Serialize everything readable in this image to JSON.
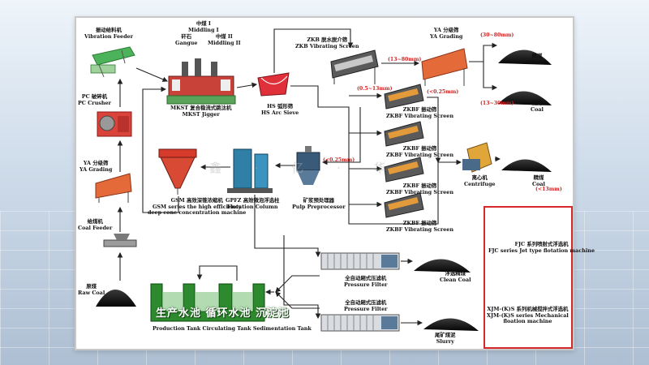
{
  "nodes": {
    "vibration_feeder": {
      "cn": "振动给料机",
      "en": "Vibration Feeder"
    },
    "pc_crusher": {
      "cn": "PC 破碎机",
      "en": "PC Crusher"
    },
    "ya_grading_left": {
      "cn": "YA 分级筛",
      "en": "YA Grading"
    },
    "coal_feeder": {
      "cn": "给煤机",
      "en": "Coal Feeder"
    },
    "raw_coal": {
      "cn": "原煤",
      "en": "Raw Coal"
    },
    "gangue": {
      "cn": "矸石",
      "en": "Gangue"
    },
    "middling1": {
      "cn": "中煤 I",
      "en": "Middling I"
    },
    "middling2": {
      "cn": "中煤 II",
      "en": "Middling II"
    },
    "jigger": {
      "cn": "MKST 复合稳流式跳汰机",
      "en": "MKST Jigger"
    },
    "hs_arc_sieve": {
      "cn": "HS 弧形筛",
      "en": "HS Arc Sieve"
    },
    "zkb_screen": {
      "cn": "ZKB 脱水脱介筛",
      "en": "ZKB Vibrating Screen"
    },
    "ya_grading_right": {
      "cn": "YA 分级筛",
      "en": "YA Grading"
    },
    "coal_top": {
      "cn": "精煤",
      "en": "Coal"
    },
    "coal_mid": {
      "cn": "精煤",
      "en": "Coal"
    },
    "zkbf": {
      "cn": "ZKBF 振动筛",
      "en": "ZKBF Vibrating Screen"
    },
    "centrifuge": {
      "cn": "离心机",
      "en": "Centrifuge"
    },
    "coal_fine": {
      "cn": "精煤",
      "en": "Coal"
    },
    "gsm": {
      "cn": "GSM 高效深锥浓缩机",
      "en1": "GSM series the high efficiency",
      "en2": "deep cone concentration machine"
    },
    "gpfz": {
      "cn": "GPFZ 高效微泡浮选柱",
      "en": "Flotation Column"
    },
    "pulp_pre": {
      "cn": "矿浆预处理器",
      "en": "Pulp Preprocessor"
    },
    "filter1": {
      "cn": "全自动厢式压滤机",
      "en": "Pressure Filter"
    },
    "filter2": {
      "cn": "全自动厢式压滤机",
      "en": "Pressure Filter"
    },
    "clean_coal": {
      "cn": "浮选精煤",
      "en": "Clean Coal"
    },
    "slurry": {
      "cn": "尾矿煤泥",
      "en": "Slurry"
    },
    "tanks": {
      "banner": "生产水池 循环水池 沉淀池",
      "en": "Production Tank   Circulating Tank   Sedimentation Tank"
    }
  },
  "sizes": {
    "s13_80": "(13~80mm)",
    "s30_80": "(30~80mm)",
    "s13_30": "(13~30mm)",
    "s05_13": "(0.5~13mm)",
    "s025_a": "(<0.25mm)",
    "s025_b": "(<0.25mm)",
    "s13fine": "(<13mm)"
  },
  "inset": {
    "fjc_cn": "FJC 系列喷射式浮选机",
    "fjc_en": "FJC series Jet type flotation machine",
    "xjm_cn": "XJM-(K)S 系列机械搅拌式浮选机",
    "xjm_en1": "XJM-(K)S series Mechanical",
    "xjm_en2": "floation machine"
  },
  "colors": {
    "equipment_red": "#d63a2a",
    "equipment_green": "#3aa04a",
    "column_blue": "#2f7fa6",
    "tank_green": "#2e8a2e",
    "arrow": "#222222",
    "size_red": "#d42020"
  }
}
